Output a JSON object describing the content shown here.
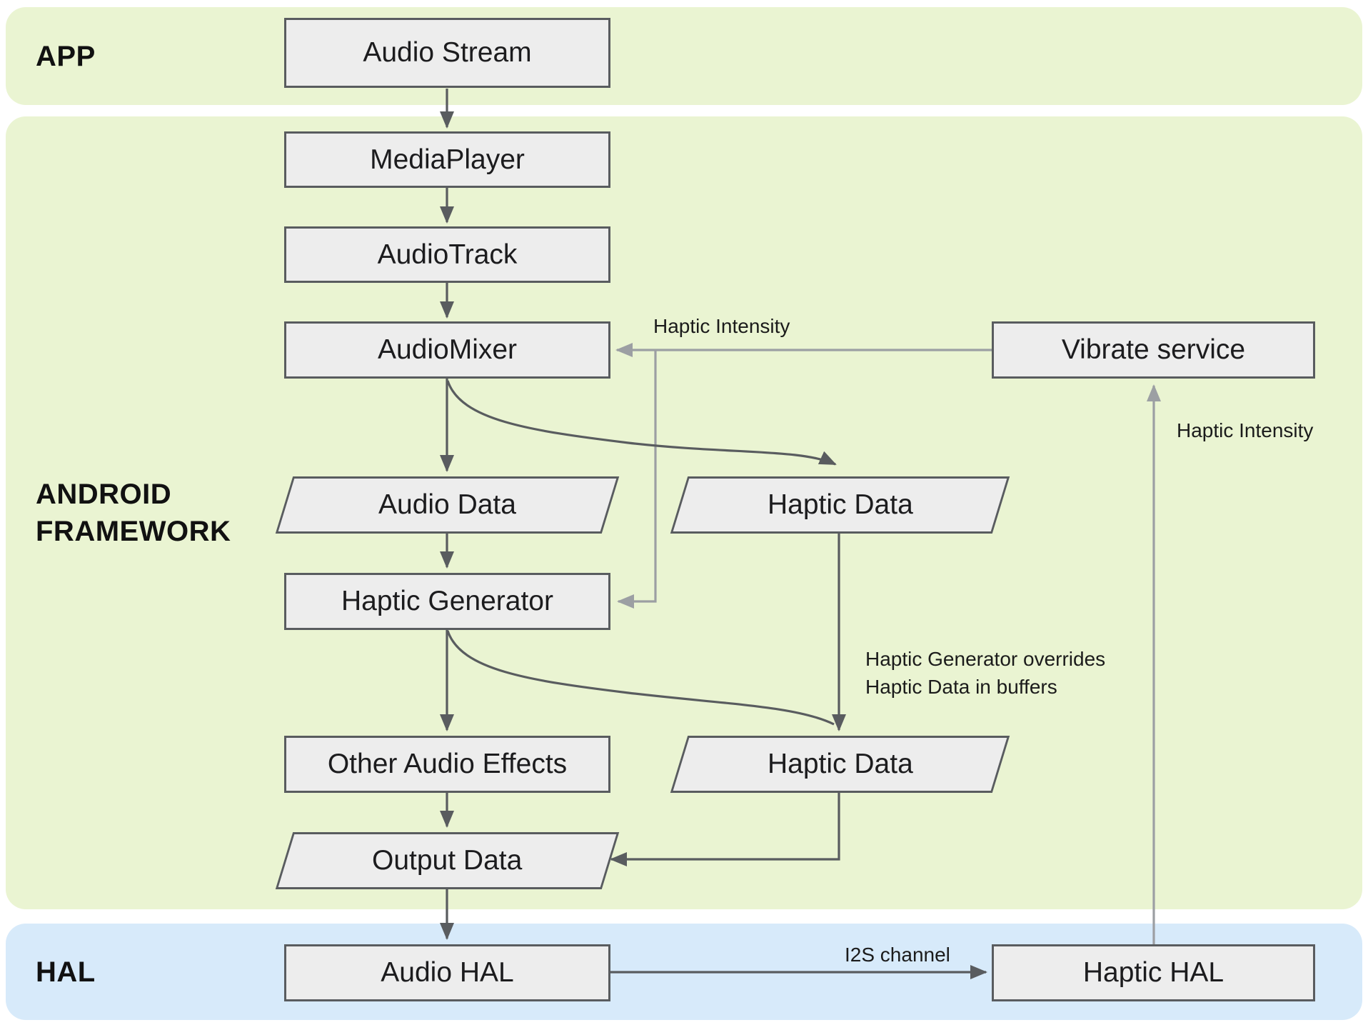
{
  "bands": {
    "app": {
      "label": "APP"
    },
    "framework": {
      "label": "ANDROID FRAMEWORK"
    },
    "hal": {
      "label": "HAL"
    }
  },
  "nodes": {
    "audio_stream": {
      "label": "Audio Stream",
      "shape": "rect",
      "band": "app"
    },
    "media_player": {
      "label": "MediaPlayer",
      "shape": "rect",
      "band": "framework"
    },
    "audio_track": {
      "label": "AudioTrack",
      "shape": "rect",
      "band": "framework"
    },
    "audio_mixer": {
      "label": "AudioMixer",
      "shape": "rect",
      "band": "framework"
    },
    "audio_data": {
      "label": "Audio Data",
      "shape": "parallelogram",
      "band": "framework"
    },
    "haptic_data_upper": {
      "label": "Haptic Data",
      "shape": "parallelogram",
      "band": "framework"
    },
    "haptic_generator": {
      "label": "Haptic Generator",
      "shape": "rect",
      "band": "framework"
    },
    "other_audio_effects": {
      "label": "Other Audio Effects",
      "shape": "rect",
      "band": "framework"
    },
    "haptic_data_lower": {
      "label": "Haptic Data",
      "shape": "parallelogram",
      "band": "framework"
    },
    "output_data": {
      "label": "Output Data",
      "shape": "parallelogram",
      "band": "framework"
    },
    "vibrate_service": {
      "label": "Vibrate service",
      "shape": "rect",
      "band": "framework"
    },
    "audio_hal": {
      "label": "Audio HAL",
      "shape": "rect",
      "band": "hal"
    },
    "haptic_hal": {
      "label": "Haptic HAL",
      "shape": "rect",
      "band": "hal"
    }
  },
  "annotations": {
    "haptic_intensity_to_mixer": "Haptic Intensity",
    "haptic_intensity_to_vibrate": "Haptic Intensity",
    "override_note_line1": "Haptic Generator overrides",
    "override_note_line2": "Haptic Data in buffers",
    "i2s_channel": "I2S channel"
  },
  "edges": [
    {
      "from": "audio_stream",
      "to": "media_player",
      "style": "dark"
    },
    {
      "from": "media_player",
      "to": "audio_track",
      "style": "dark"
    },
    {
      "from": "audio_track",
      "to": "audio_mixer",
      "style": "dark"
    },
    {
      "from": "audio_mixer",
      "to": "audio_data",
      "style": "dark"
    },
    {
      "from": "audio_mixer",
      "to": "haptic_data_upper",
      "style": "dark"
    },
    {
      "from": "audio_data",
      "to": "haptic_generator",
      "style": "dark"
    },
    {
      "from": "haptic_generator",
      "to": "other_audio_effects",
      "style": "dark"
    },
    {
      "from": "haptic_generator",
      "to": "haptic_data_lower",
      "style": "dark",
      "label": "Haptic Generator overrides Haptic Data in buffers"
    },
    {
      "from": "haptic_data_upper",
      "to": "haptic_data_lower",
      "style": "dark"
    },
    {
      "from": "other_audio_effects",
      "to": "output_data",
      "style": "dark"
    },
    {
      "from": "haptic_data_lower",
      "to": "output_data",
      "style": "dark"
    },
    {
      "from": "output_data",
      "to": "audio_hal",
      "style": "dark"
    },
    {
      "from": "audio_hal",
      "to": "haptic_hal",
      "style": "dark",
      "label": "I2S channel"
    },
    {
      "from": "vibrate_service",
      "to": "audio_mixer",
      "style": "gray",
      "label": "Haptic Intensity"
    },
    {
      "from": "vibrate_service",
      "to": "haptic_generator",
      "style": "gray"
    },
    {
      "from": "haptic_hal",
      "to": "vibrate_service",
      "style": "gray",
      "label": "Haptic Intensity"
    }
  ],
  "colors": {
    "band_green": "#eaf4d2",
    "band_blue": "#d7eafa",
    "node_fill": "#ededed",
    "node_border": "#595c5f",
    "arrow_dark": "#595c5f",
    "arrow_gray": "#9c9fa3",
    "text": "#1c1c1e"
  }
}
